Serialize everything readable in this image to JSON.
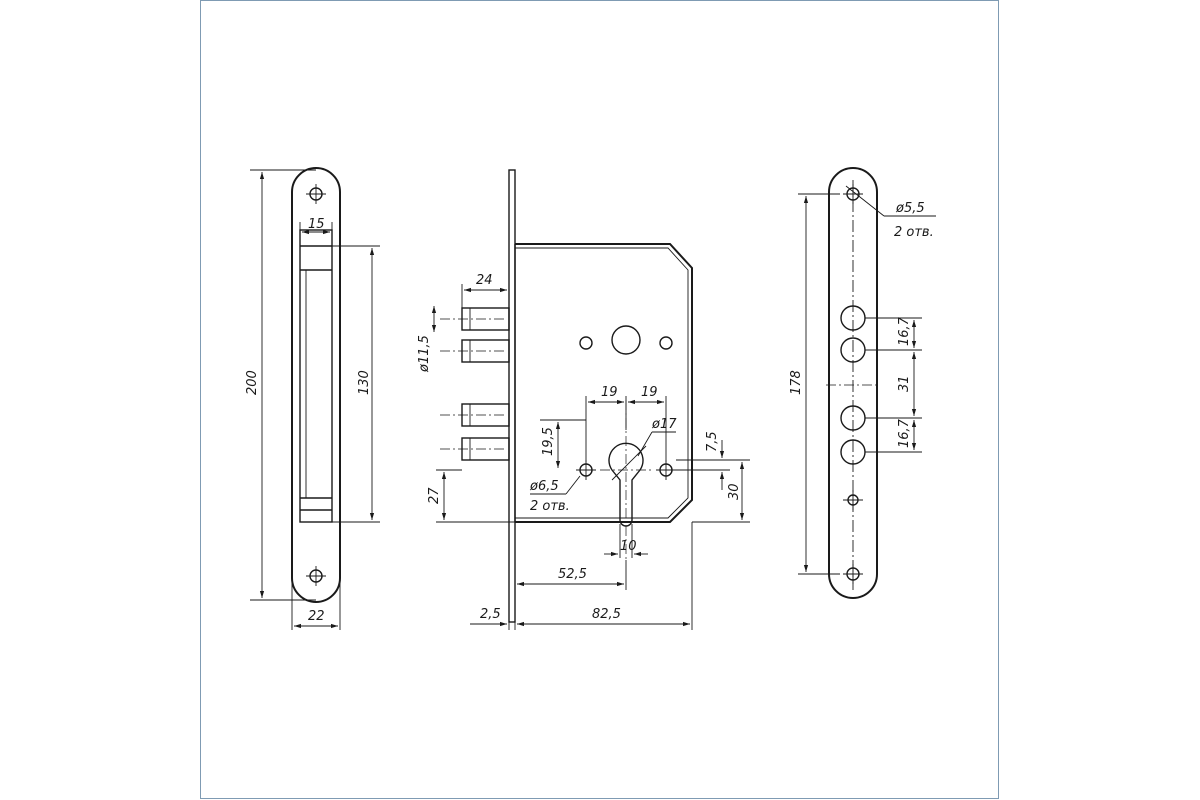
{
  "dims": {
    "faceplate_height": "200",
    "faceplate_width": "22",
    "bolt_slot_width": "15",
    "bolt_slot_height": "130",
    "bolt_projection": "24",
    "bolt_diameter": "ø11,5",
    "spacing_offset": "19,5",
    "bottom_bolt_offset": "27",
    "pin_spacing_left": "19",
    "pin_spacing_right": "19",
    "cylinder_top_diameter": "ø17",
    "cylinder_offset": "7,5",
    "cylinder_to_bottom": "30",
    "screw_diameter": "ø6,5",
    "screw_count": "2 отв.",
    "cylinder_width": "10",
    "backset": "52,5",
    "faceplate_thickness": "2,5",
    "case_depth": "82,5",
    "strike_height": "178",
    "strike_hole_diameter": "ø5,5",
    "strike_hole_count": "2 отв.",
    "strike_spacing_top": "16,7",
    "strike_spacing_mid": "31",
    "strike_spacing_bottom": "16,7"
  },
  "colors": {
    "line": "#1a1a1a",
    "frame": "#7f9bb3",
    "background": "#ffffff"
  }
}
